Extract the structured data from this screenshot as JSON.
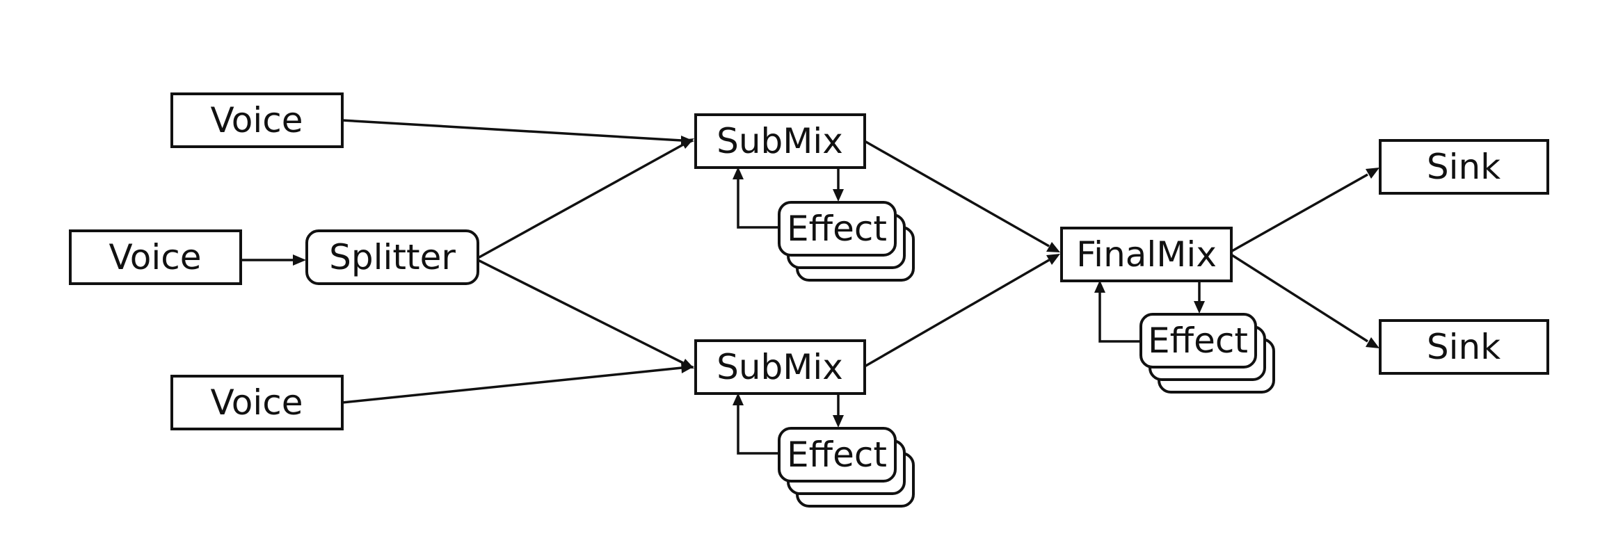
{
  "nodes": {
    "voice_top": "Voice",
    "voice_mid": "Voice",
    "voice_bot": "Voice",
    "splitter": "Splitter",
    "submix_top": "SubMix",
    "submix_bot": "SubMix",
    "effect_top": "Effect",
    "effect_bot": "Effect",
    "finalmix": "FinalMix",
    "effect_final": "Effect",
    "sink_top": "Sink",
    "sink_bot": "Sink"
  }
}
